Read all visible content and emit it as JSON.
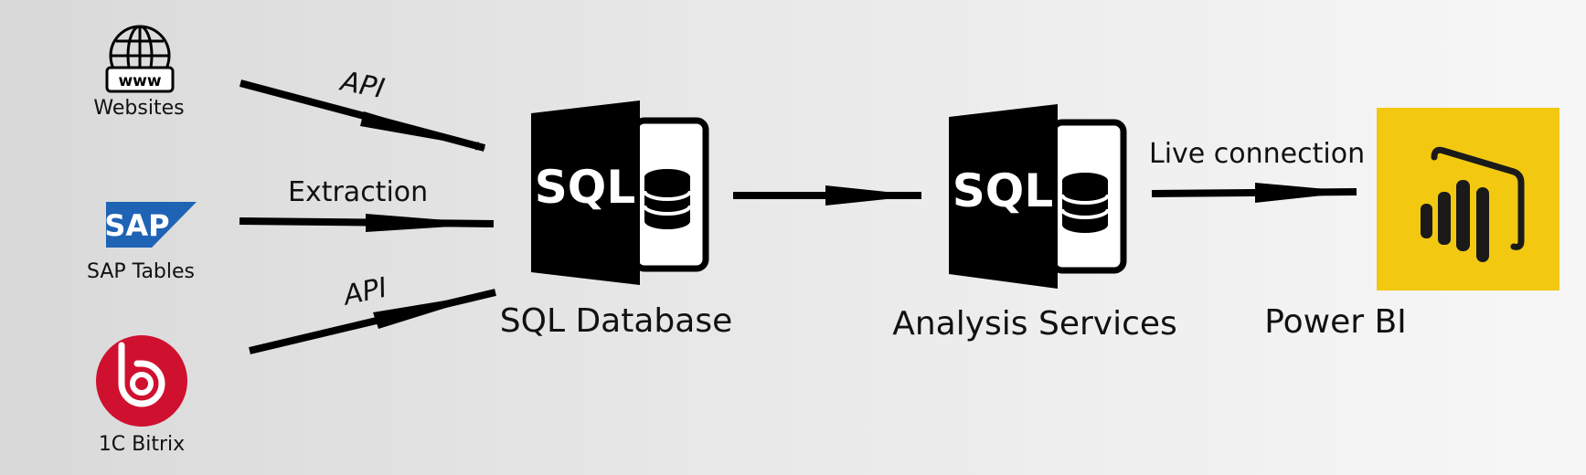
{
  "sources": {
    "websites": {
      "label": "Websites",
      "icon": "globe-www-icon"
    },
    "sap": {
      "label": "SAP Tables",
      "logo_text": "SAP",
      "icon": "sap-logo"
    },
    "bitrix": {
      "label": "1C Bitrix",
      "icon": "bitrix-logo",
      "color": "#D0102F"
    }
  },
  "edges": {
    "websites_to_sql": "API",
    "sap_to_sql": "Extraction",
    "bitrix_to_sql": "API",
    "ssas_to_pbi": "Live connection"
  },
  "nodes": {
    "sql_database": {
      "label": "SQL Database",
      "icon_text": "SQL",
      "icon": "sql-server-icon"
    },
    "analysis_services": {
      "label": "Analysis Services",
      "icon_text": "SQL",
      "icon": "sql-server-icon"
    },
    "power_bi": {
      "label": "Power BI",
      "icon": "power-bi-icon",
      "color": "#F2C811"
    }
  },
  "colors": {
    "sap_blue": "#1F63B5",
    "bitrix_red": "#D0102F",
    "power_bi_yellow": "#F2C811"
  }
}
